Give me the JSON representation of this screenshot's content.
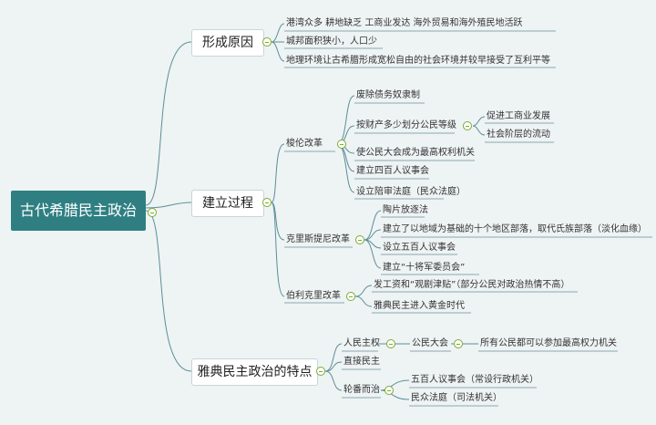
{
  "root": "古代希腊民主政治",
  "branches": {
    "reasons": {
      "label": "形成原因",
      "items": [
        "港湾众多  耕地缺乏  工商业发达  海外贸易和海外殖民地活跃",
        "城邦面积狭小，人口少",
        "地理环境让古希腊形成宽松自由的社会环境并较早接受了互利平等"
      ]
    },
    "process": {
      "label": "建立过程",
      "solon": {
        "label": "梭伦改革",
        "items": [
          "废除债务奴隶制",
          "按财产多少划分公民等级",
          "使公民大会成为最高权利机关",
          "建立四百人议事会",
          "设立陪审法庭（民众法庭）"
        ],
        "subitems": [
          "促进工商业发展",
          "社会阶层的流动"
        ]
      },
      "cleisthenes": {
        "label": "克里斯提尼改革",
        "items": [
          "陶片放逐法",
          "建立了以地域为基础的十个地区部落，取代氏族部落（淡化血缘）",
          "设立五百人议事会",
          "建立“十将军委员会”"
        ]
      },
      "pericles": {
        "label": "伯利克里改革",
        "items": [
          "发工资和“观剧津贴”（部分公民对政治热情不高）",
          "雅典民主进入黄金时代"
        ]
      }
    },
    "features": {
      "label": "雅典民主政治的特点",
      "sovereignty": {
        "label": "人民主权",
        "assembly": "公民大会",
        "detail": "所有公民都可以参加最高权力机关"
      },
      "direct": "直接民主",
      "rotation": {
        "label": "轮番而治",
        "items": [
          "五百人议事会（常设行政机关）",
          "民众法庭（司法机关）"
        ]
      }
    }
  }
}
